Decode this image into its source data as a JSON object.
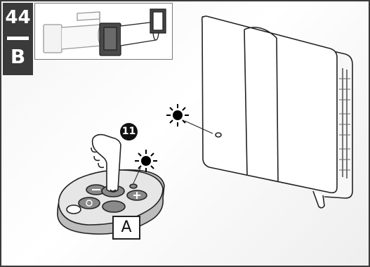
{
  "step": {
    "number": "44",
    "letter": "B"
  },
  "remote_label": "A",
  "marker_label": "11",
  "colors": {
    "frame": "#3a3a3a",
    "badge": "#3a3a3a",
    "line_art": "#222222",
    "remote_body": "#d9d9d9",
    "indicator": "#000000"
  },
  "icons": [
    "ventilation-unit-inset",
    "wall-ventilation-unit",
    "remote-control",
    "pointing-hand",
    "blinking-light-icon"
  ]
}
